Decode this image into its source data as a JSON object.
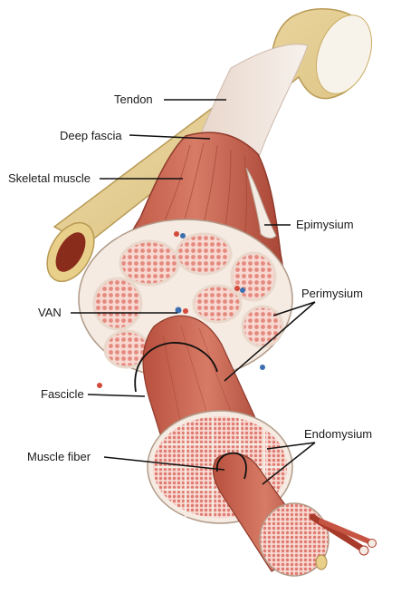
{
  "labels": {
    "tendon": "Tendon",
    "deep_fascia": "Deep fascia",
    "skeletal_muscle": "Skeletal muscle",
    "epimysium": "Epimysium",
    "perimysium": "Perimysium",
    "van": "VAN",
    "fascicle": "Fascicle",
    "endomysium": "Endomysium",
    "muscle_fiber": "Muscle fiber"
  },
  "colors": {
    "bone": "#e9d49a",
    "bone_shadow": "#c9ad63",
    "marrow": "#8a2c1c",
    "tendon": "#efe6df",
    "muscle": "#c9614e",
    "muscle_dark": "#a2402f",
    "section_fill": "#f2c4bc",
    "connective": "#f5ebe2",
    "fiber_dot": "#e07a70",
    "leader": "#111111"
  }
}
